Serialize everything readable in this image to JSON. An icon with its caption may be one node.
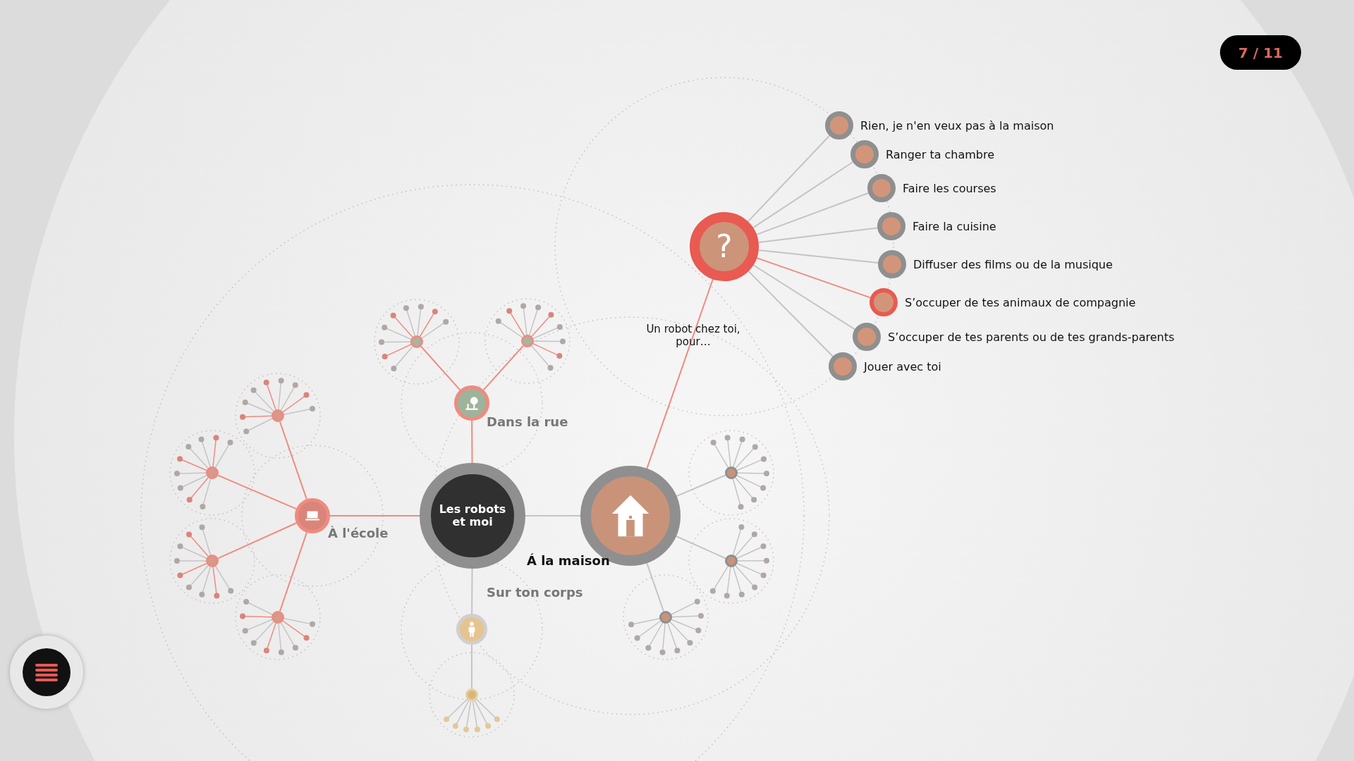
{
  "diagram": {
    "nodes": [
      {
        "text": [
          "Les robots et moi"
        ]
      },
      {
        "text": [],
        "shape": "circle",
        "beside": [
          "Dans la rue"
        ]
      },
      {
        "text": [],
        "shape": "circle"
      },
      {
        "text": [],
        "shape": "circle"
      },
      {
        "text": [],
        "shape": "circle",
        "beside": [
          "À l'école"
        ]
      },
      {
        "text": [],
        "shape": "circle"
      },
      {
        "text": [],
        "shape": "circle"
      },
      {
        "text": [],
        "shape": "circle"
      },
      {
        "text": [],
        "shape": "circle"
      },
      {
        "text": [],
        "shape": "circle",
        "beside": [
          "Sur ton corps"
        ]
      },
      {
        "text": [],
        "shape": "circle"
      },
      {
        "text": [],
        "shape": "circle",
        "beside": [
          "Á la maison"
        ]
      },
      {
        "text": [],
        "shape": "circle"
      },
      {
        "text": [],
        "shape": "circle"
      },
      {
        "text": [],
        "shape": "circle"
      },
      {
        "text": [
          "?"
        ]
      },
      {
        "text": [
          "Rien, je n'en veux pas à la maison"
        ]
      },
      {
        "text": [
          "Ranger ta chambre"
        ]
      },
      {
        "text": [
          "Faire les courses"
        ]
      },
      {
        "text": [
          "Faire la cuisine"
        ]
      },
      {
        "text": [
          "Diffuser des films ou de la musique"
        ]
      },
      {
        "text": [
          "S’occuper de tes animaux de compagnie"
        ]
      },
      {
        "text": [
          "S’occuper de tes parents ou de tes grands-parents"
        ]
      },
      {
        "text": [
          "Jouer avec toi"
        ]
      }
    ],
    "edges": [
      {
        "from": 0,
        "to": 1,
        "arrow": "none",
        "color": "#f08a80"
      },
      {
        "from": 1,
        "to": 2,
        "arrow": "none",
        "color": "#f08a80"
      },
      {
        "from": 1,
        "to": 3,
        "arrow": "none",
        "color": "#f08a80"
      },
      {
        "from": 0,
        "to": 4,
        "arrow": "none",
        "color": "#f08a80"
      },
      {
        "from": 4,
        "to": 5,
        "arrow": "none",
        "color": "#f08a80"
      },
      {
        "from": 4,
        "to": 6,
        "arrow": "none",
        "color": "#f08a80"
      },
      {
        "from": 4,
        "to": 7,
        "arrow": "none",
        "color": "#f08a80"
      },
      {
        "from": 4,
        "to": 8,
        "arrow": "none",
        "color": "#f08a80"
      },
      {
        "from": 0,
        "to": 9,
        "arrow": "none"
      },
      {
        "from": 9,
        "to": 10,
        "arrow": "none"
      },
      {
        "from": 0,
        "to": 11,
        "arrow": "none"
      },
      {
        "from": 11,
        "to": 12,
        "arrow": "none"
      },
      {
        "from": 11,
        "to": 13,
        "arrow": "none"
      },
      {
        "from": 11,
        "to": 14,
        "arrow": "none"
      },
      {
        "from": 11,
        "to": 15,
        "arrow": "none",
        "color": "#f08a80"
      },
      {
        "from": 15,
        "to": 16,
        "arrow": "none"
      },
      {
        "from": 15,
        "to": 17,
        "arrow": "none"
      },
      {
        "from": 15,
        "to": 18,
        "arrow": "none"
      },
      {
        "from": 15,
        "to": 19,
        "arrow": "none"
      },
      {
        "from": 15,
        "to": 20,
        "arrow": "none"
      },
      {
        "from": 15,
        "to": 21,
        "arrow": "none",
        "color": "#f08a80"
      },
      {
        "from": 15,
        "to": 22,
        "arrow": "none"
      },
      {
        "from": 15,
        "to": 23,
        "arrow": "none"
      }
    ],
    "labels": [
      "7 / 11",
      "Un robot chez toi, pour…"
    ]
  }
}
